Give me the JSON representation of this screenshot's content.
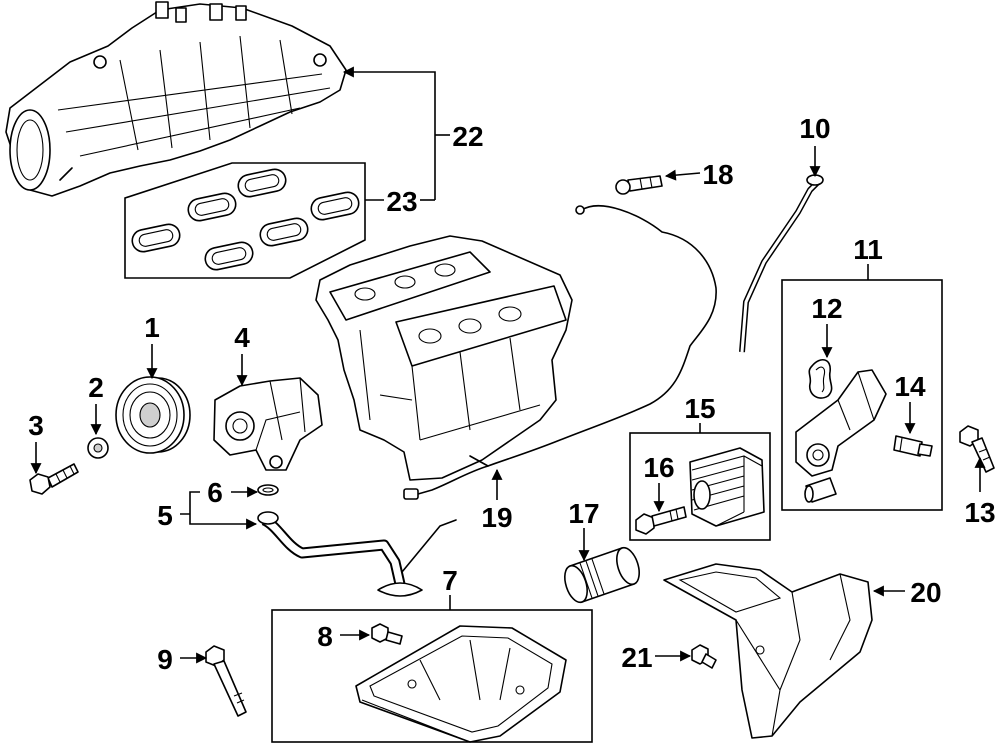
{
  "callouts": {
    "n1": "1",
    "n2": "2",
    "n3": "3",
    "n4": "4",
    "n5": "5",
    "n6": "6",
    "n7": "7",
    "n8": "8",
    "n9": "9",
    "n10": "10",
    "n11": "11",
    "n12": "12",
    "n13": "13",
    "n14": "14",
    "n15": "15",
    "n16": "16",
    "n17": "17",
    "n18": "18",
    "n19": "19",
    "n20": "20",
    "n21": "21",
    "n22": "22",
    "n23": "23"
  },
  "colors": {
    "ink": "#000000",
    "background": "#ffffff"
  }
}
